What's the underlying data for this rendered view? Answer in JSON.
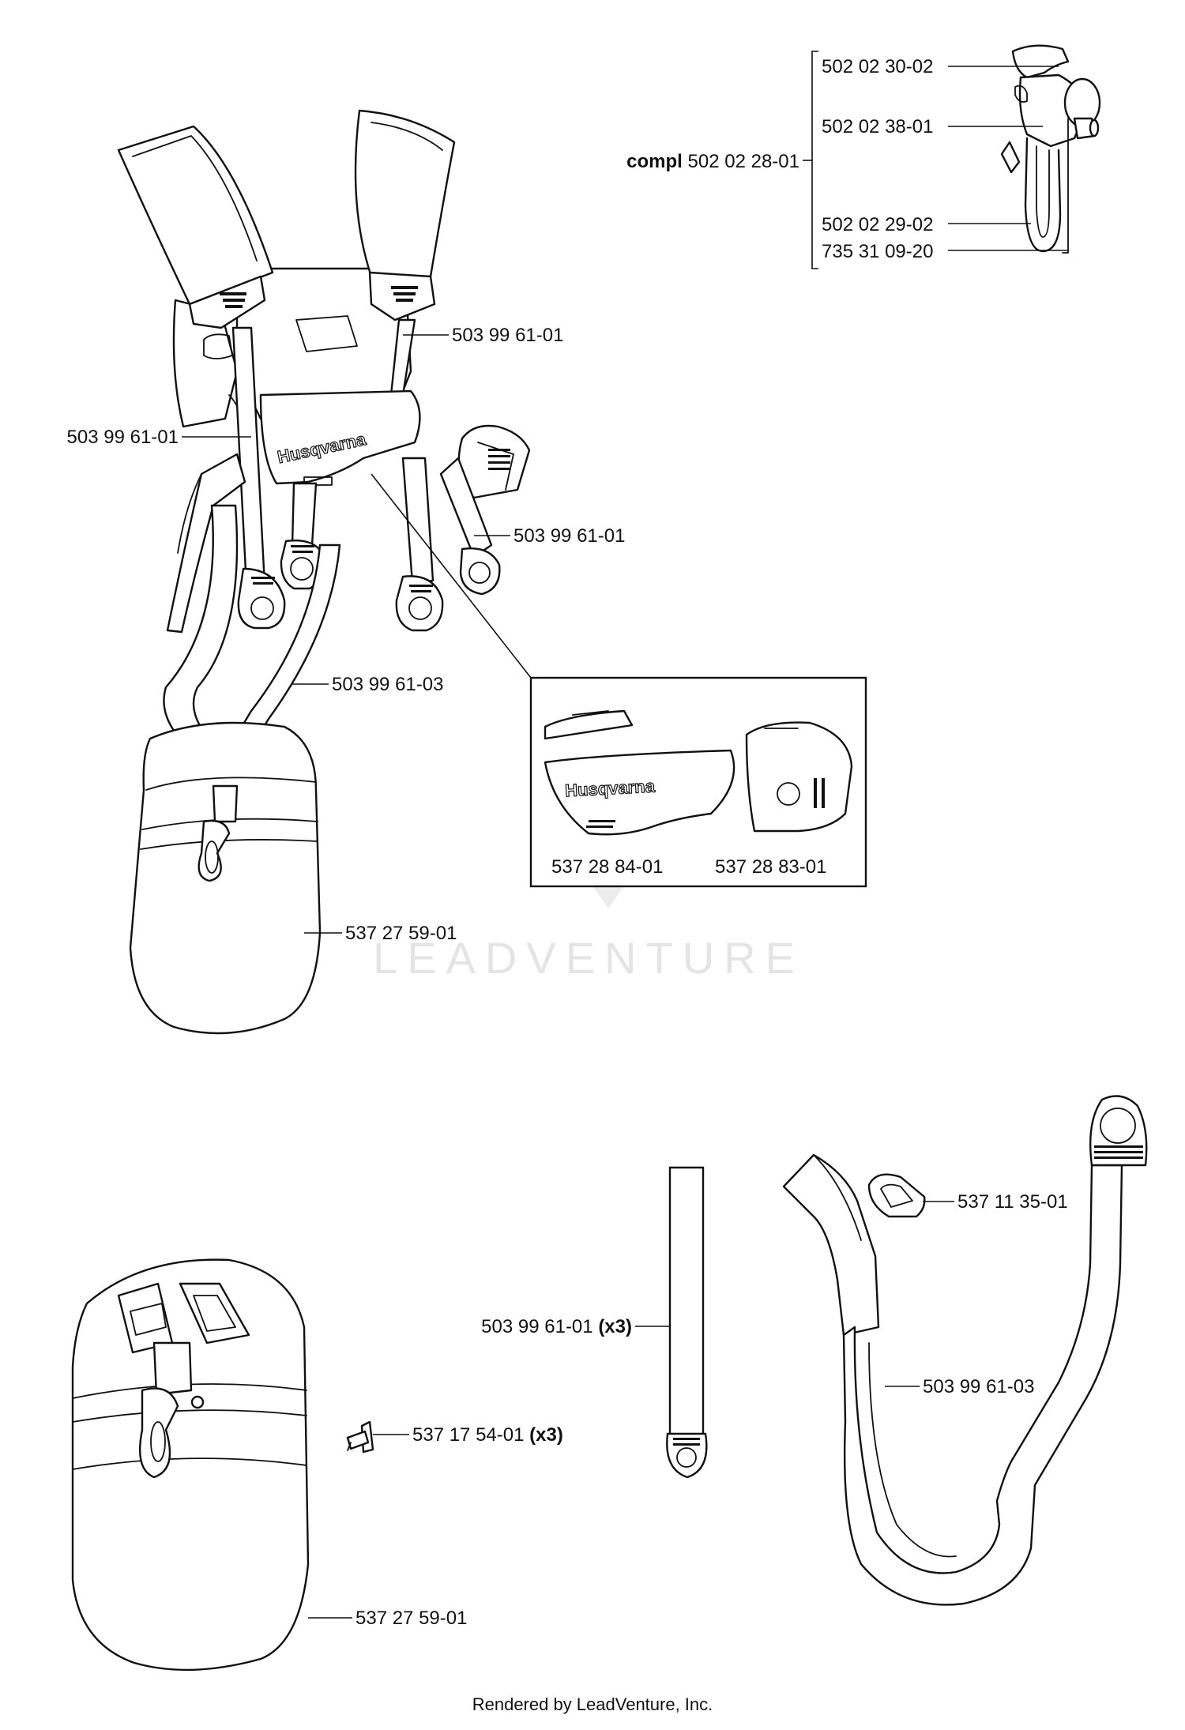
{
  "labels": {
    "buckle_a": "502 02 30-02",
    "buckle_b": "502 02 38-01",
    "compl_prefix": "compl",
    "compl_num": "502 02 28-01",
    "buckle_c": "502 02 29-02",
    "buckle_d": "735 31 09-20",
    "strap_right": "503 99 61-01",
    "strap_left": "503 99 61-01",
    "strap_lower_right": "503 99 61-01",
    "hip_strap": "503 99 61-03",
    "pad_left": "537 28 84-01",
    "pad_right": "537 28 83-01",
    "hip_pad_top": "537 27 59-01",
    "slider": "537 11 35-01",
    "strap_x3_num": "503 99 61-01",
    "strap_x3_qty": "(x3)",
    "hip_strap_bottom": "503 99 61-03",
    "screw_num": "537 17 54-01",
    "screw_qty": "(x3)",
    "hip_pad_bottom": "537 27 59-01"
  },
  "brand": "Husqvarna",
  "watermark": "LEADVENTURE",
  "footer": "Rendered by LeadVenture, Inc."
}
